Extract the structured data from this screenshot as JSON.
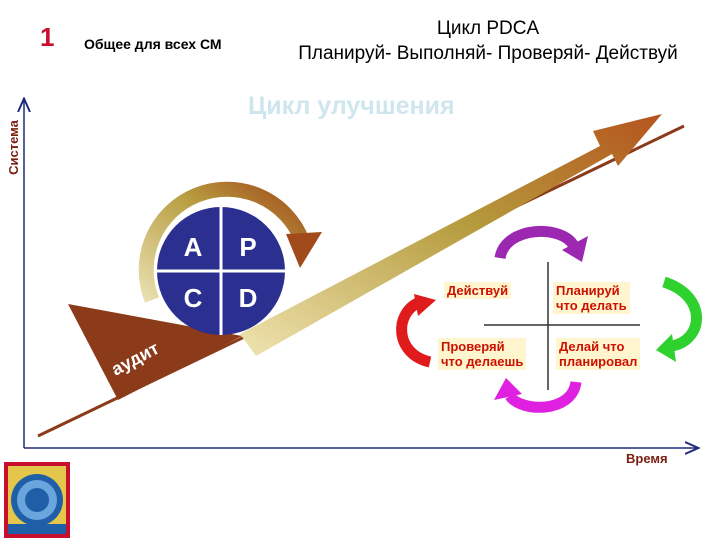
{
  "slide": {
    "number": "1",
    "subtitle_left": "Общее для всех СМ",
    "title_line1": "Цикл PDCA",
    "title_line2": "Планируй- Выполняй- Проверяй- Действуй"
  },
  "diagram": {
    "improvement_title": "Цикл улучшения",
    "y_axis_label": "Система",
    "x_axis_label": "Время",
    "wedge_label": "аудит",
    "circle": {
      "A": "A",
      "P": "P",
      "C": "C",
      "D": "D"
    },
    "quadrants": {
      "act": "Действуй",
      "plan_1": "Планируй",
      "plan_2": "что делать",
      "check_1": "Проверяй",
      "check_2": "что делаешь",
      "do_1": "Делай что",
      "do_2": "планировал"
    },
    "colors": {
      "axis": "#1e2a78",
      "circle": "#2b2f8f",
      "wedge": "#8b3a1a",
      "arrow": "#b59a3c",
      "purple_arrow": "#9c27b0",
      "green_arrow": "#2fd12f",
      "magenta_arrow": "#e020e0",
      "red_arrow": "#e01b1b"
    }
  }
}
